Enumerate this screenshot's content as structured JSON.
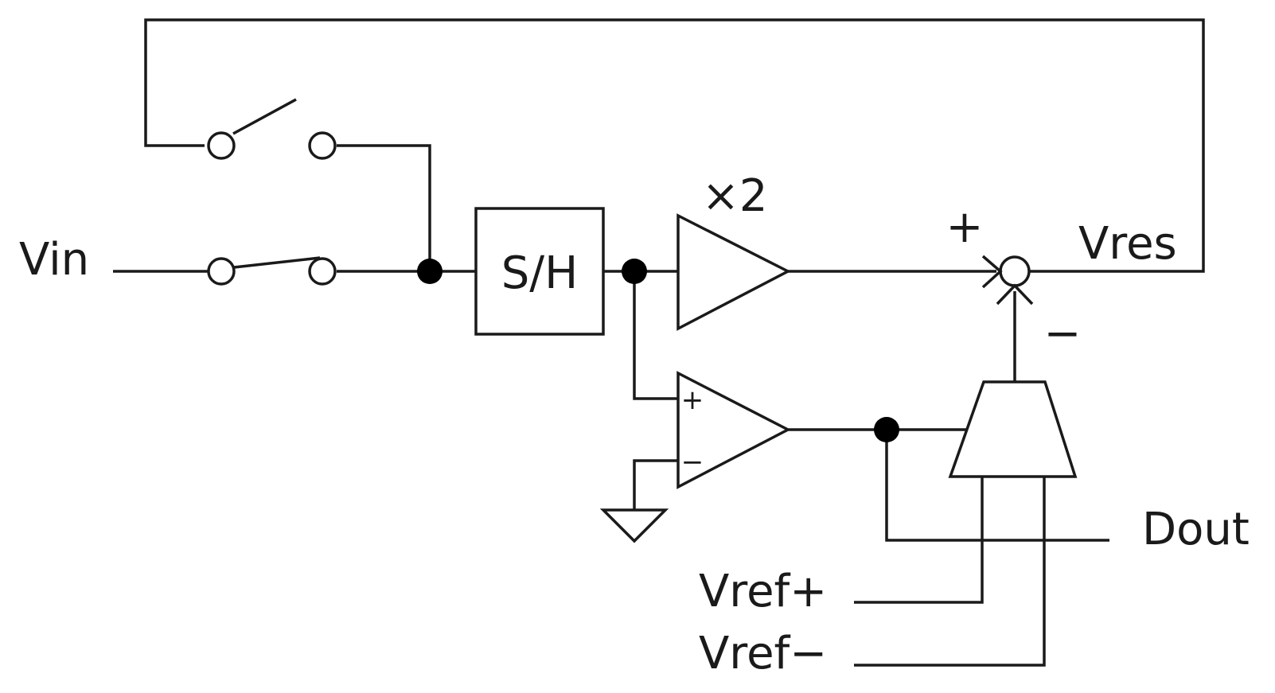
{
  "labels": {
    "vin": "Vin",
    "sample_hold": "S/H",
    "gain": "×2",
    "sum_plus": "+",
    "sum_minus": "−",
    "vres": "Vres",
    "comparator_plus": "+",
    "comparator_minus": "−",
    "dout": "Dout",
    "vref_plus": "Vref+",
    "vref_minus": "Vref−"
  }
}
